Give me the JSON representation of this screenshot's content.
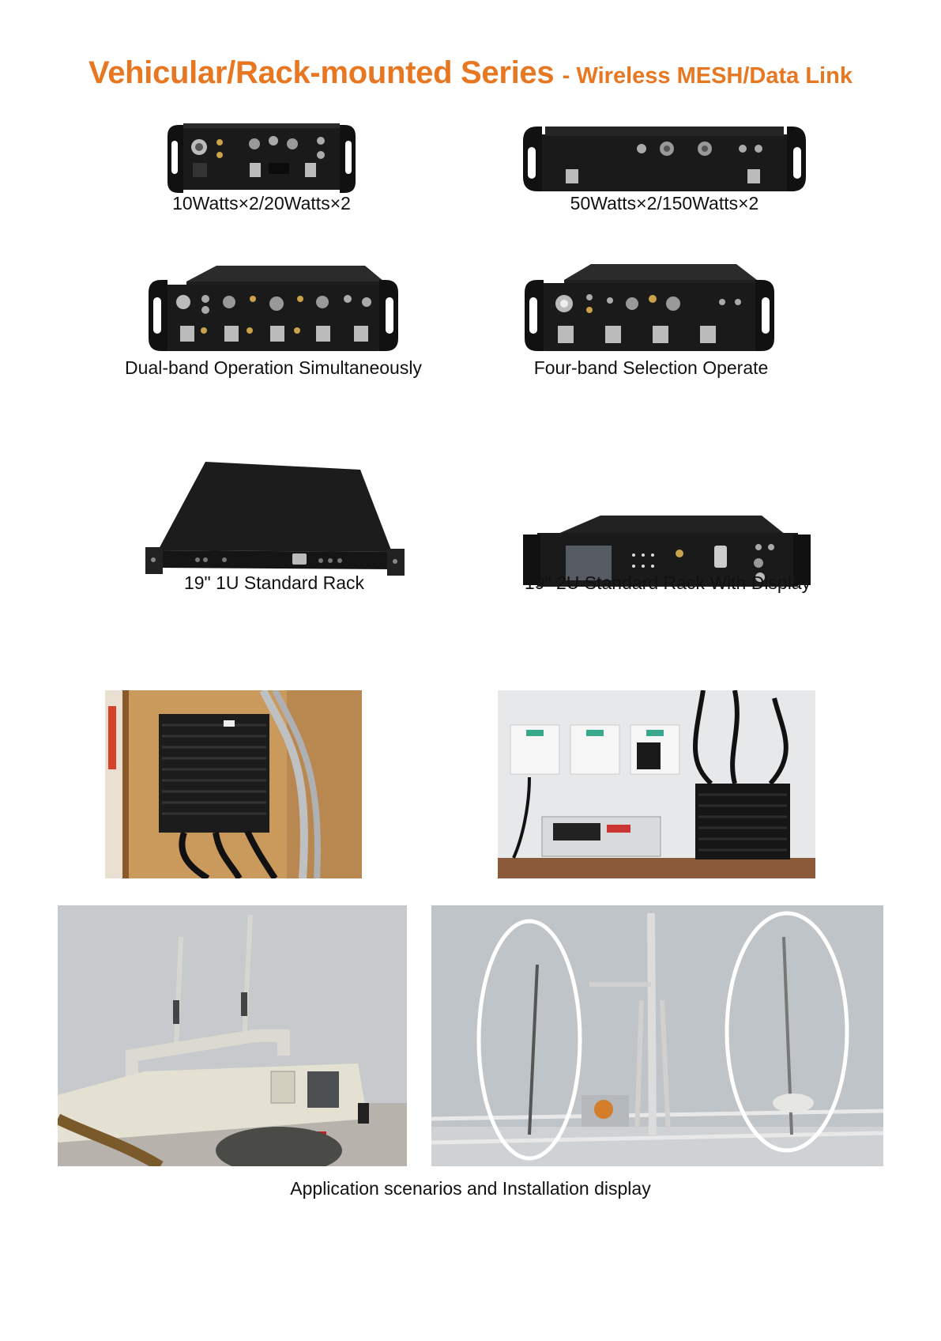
{
  "header": {
    "title": "Vehicular/Rack-mounted Series",
    "subtitle": "- Wireless MESH/Data Link"
  },
  "products": [
    {
      "caption": "10Watts×2/20Watts×2"
    },
    {
      "caption": "50Watts×2/150Watts×2"
    },
    {
      "caption": "Dual-band Operation Simultaneously"
    },
    {
      "caption": "Four-band Selection Operate"
    },
    {
      "caption": "19\" 1U Standard Rack"
    },
    {
      "caption": "19\" 2U Standard Rack With Display"
    }
  ],
  "applications": {
    "caption": "Application scenarios and Installation display"
  },
  "colors": {
    "accent": "#e87722",
    "device_body": "#151515",
    "sky": "#bfc4c8"
  }
}
